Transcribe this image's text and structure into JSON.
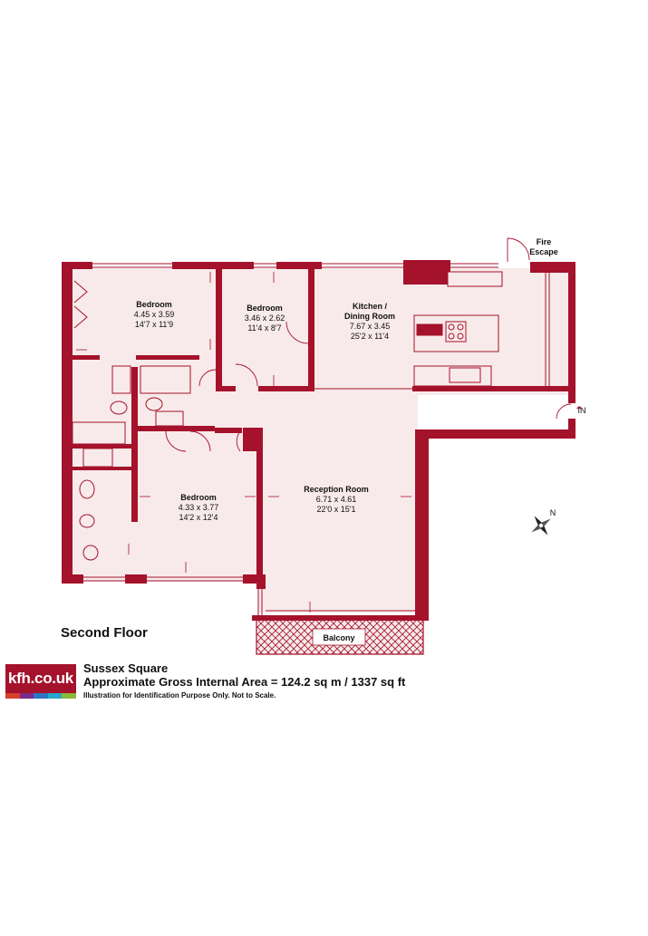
{
  "rooms": {
    "bedroom1": {
      "name": "Bedroom",
      "metric": "4.45 x 3.59",
      "imperial": "14'7 x 11'9"
    },
    "bedroom2": {
      "name": "Bedroom",
      "metric": "3.46 x 2.62",
      "imperial": "11'4 x 8'7"
    },
    "kitchen": {
      "name_line1": "Kitchen /",
      "name_line2": "Dining Room",
      "metric": "7.67 x 3.45",
      "imperial": "25'2 x 11'4"
    },
    "bedroom3": {
      "name": "Bedroom",
      "metric": "4.33 x 3.77",
      "imperial": "14'2 x 12'4"
    },
    "reception": {
      "name": "Reception Room",
      "metric": "6.71 x 4.61",
      "imperial": "22'0 x 15'1"
    },
    "balcony": {
      "name": "Balcony"
    }
  },
  "labels": {
    "fire_escape_line1": "Fire",
    "fire_escape_line2": "Escape",
    "entrance": "IN",
    "compass_north": "N"
  },
  "floor_label": "Second Floor",
  "logo": {
    "text": "kfh.co.uk",
    "bar_colors": [
      "#d6402c",
      "#7a2a8a",
      "#2a76c4",
      "#27a7c9",
      "#8ab83a"
    ]
  },
  "property": {
    "name": "Sussex Square",
    "area": "Approximate Gross Internal Area = 124.2 sq m / 1337 sq ft",
    "disclaimer": "Illustration for Identification Purpose Only. Not to Scale."
  },
  "colors": {
    "wall": "#a4122b",
    "floor": "#f8eaea",
    "line": "#a4122b"
  }
}
